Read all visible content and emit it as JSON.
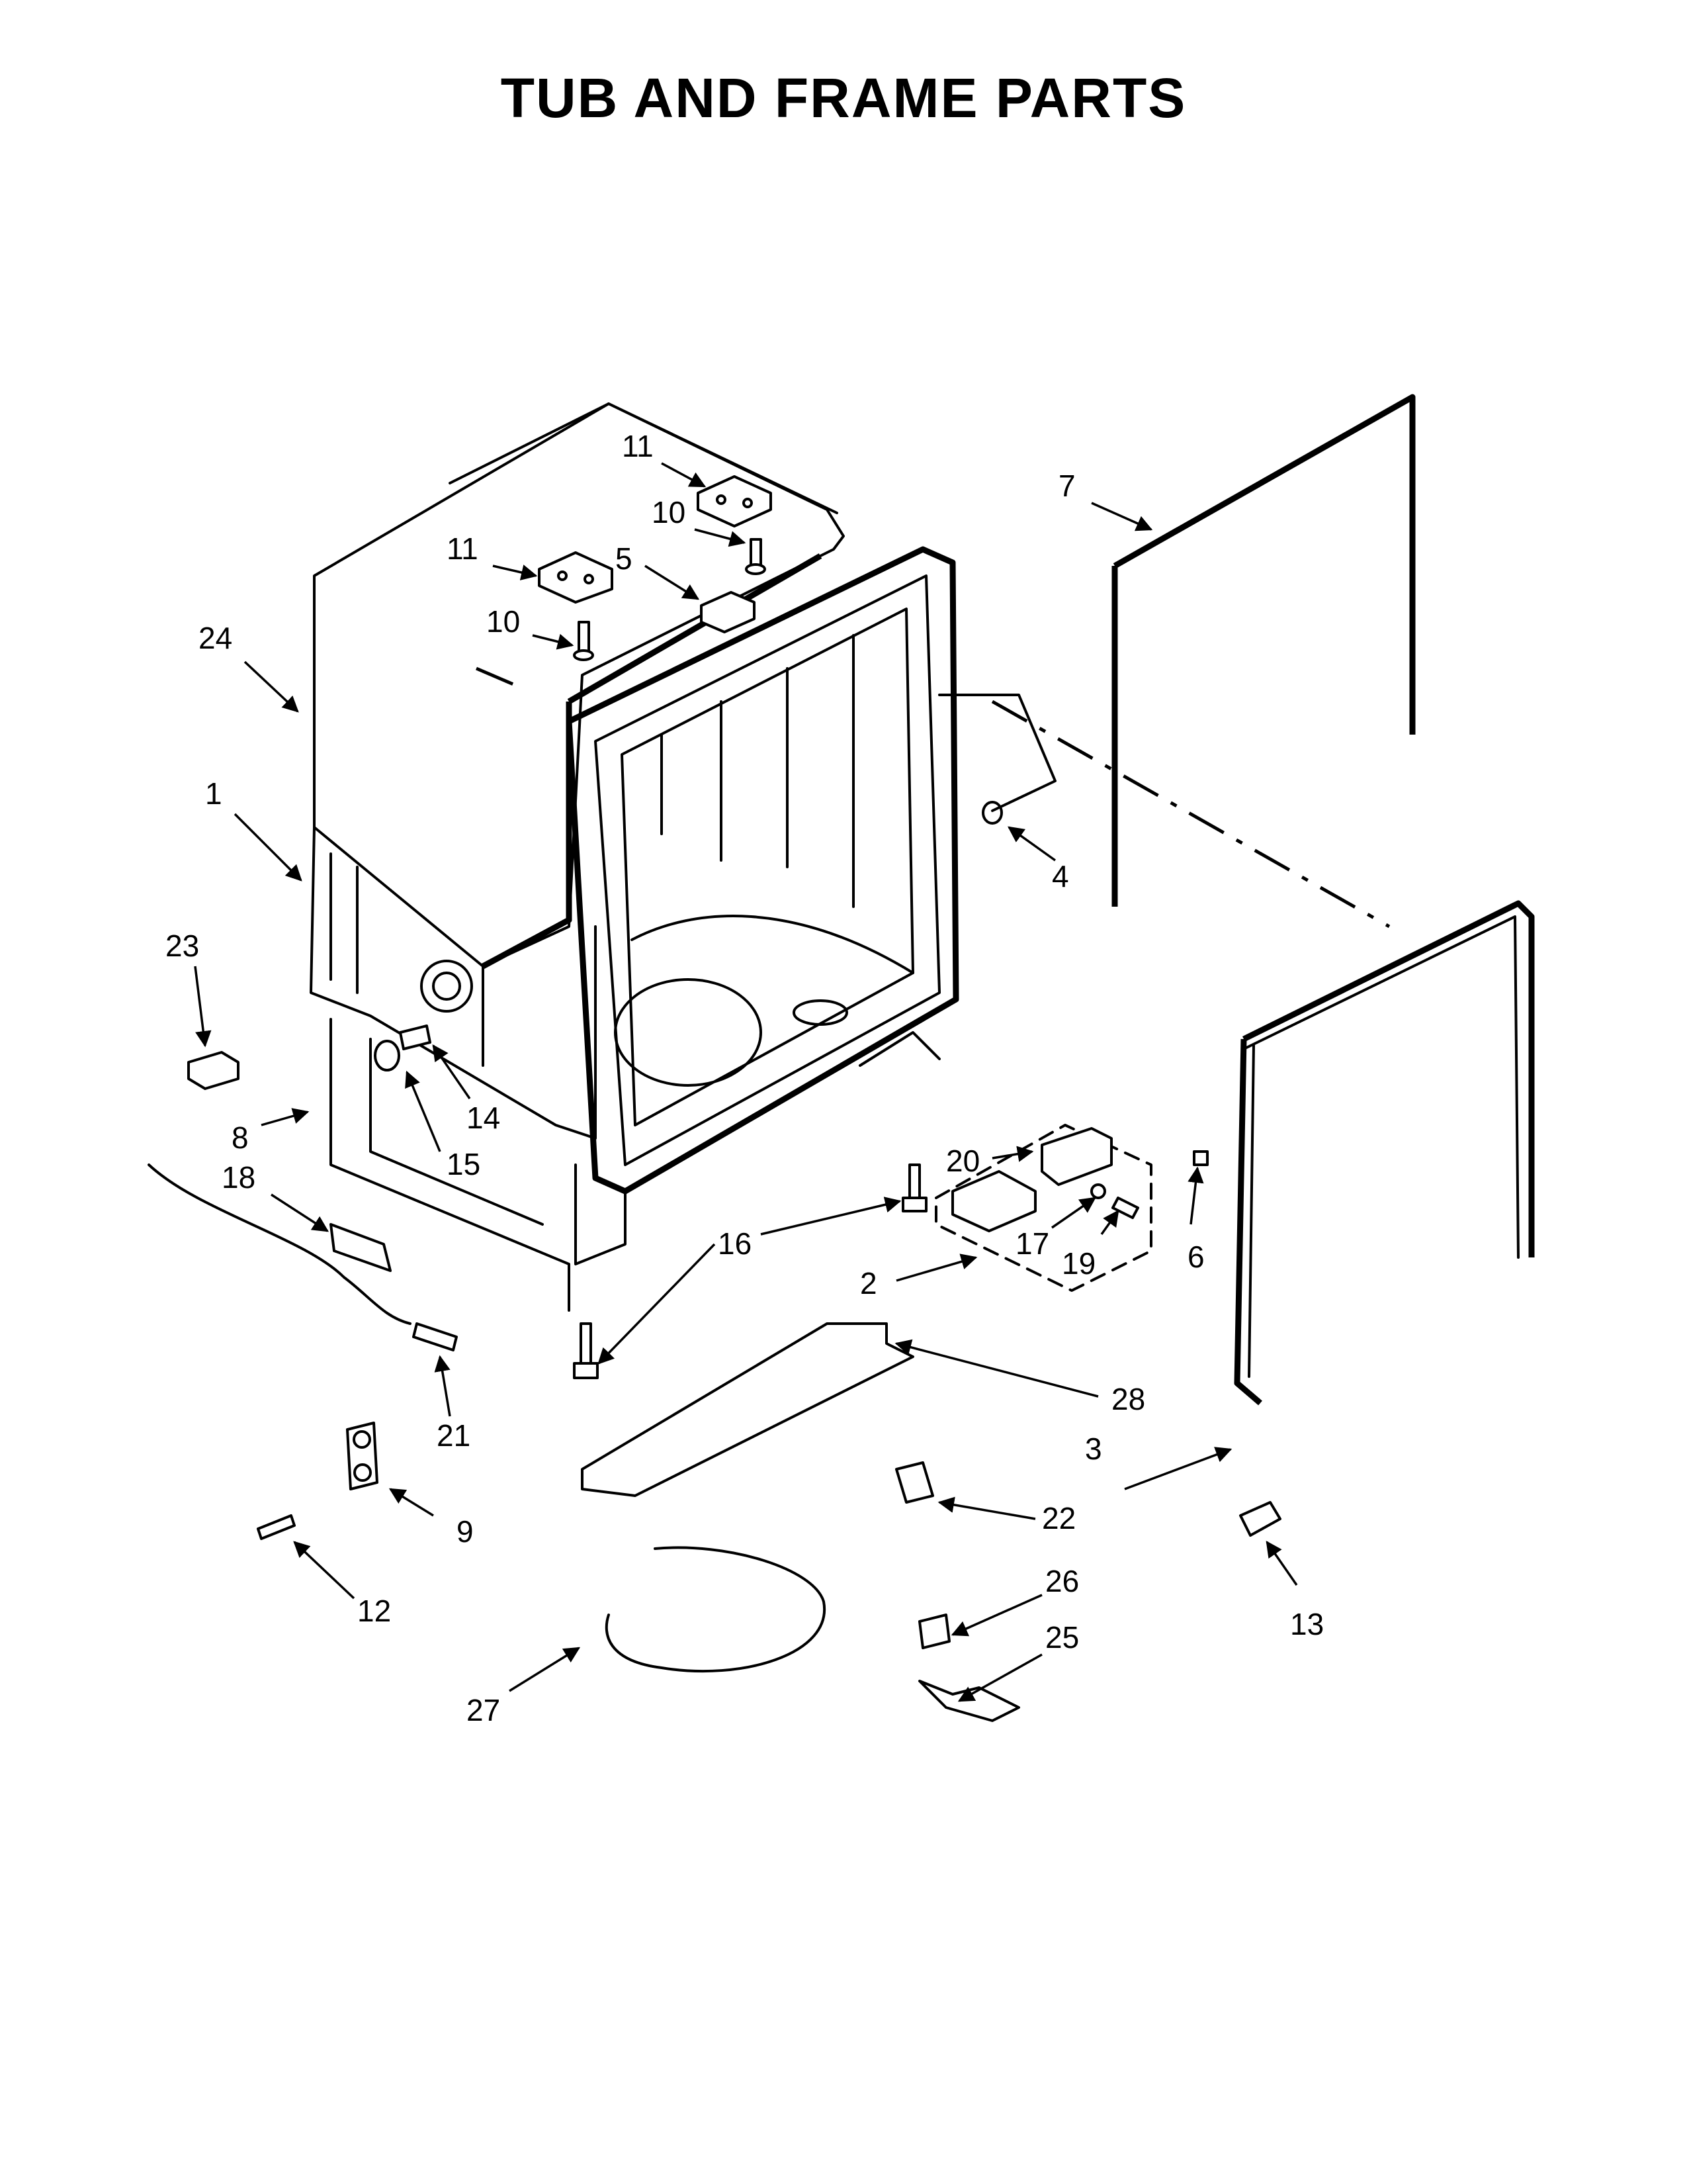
{
  "title": "TUB AND FRAME PARTS",
  "callouts": {
    "c1": "1",
    "c2": "2",
    "c3": "3",
    "c4": "4",
    "c5": "5",
    "c6": "6",
    "c7": "7",
    "c8": "8",
    "c9": "9",
    "c10a": "10",
    "c10b": "10",
    "c11a": "11",
    "c11b": "11",
    "c12": "12",
    "c13": "13",
    "c14": "14",
    "c15": "15",
    "c16": "16",
    "c17": "17",
    "c18": "18",
    "c19": "19",
    "c20": "20",
    "c21": "21",
    "c22": "22",
    "c23": "23",
    "c24": "24",
    "c25": "25",
    "c26": "26",
    "c27": "27",
    "c28": "28"
  }
}
